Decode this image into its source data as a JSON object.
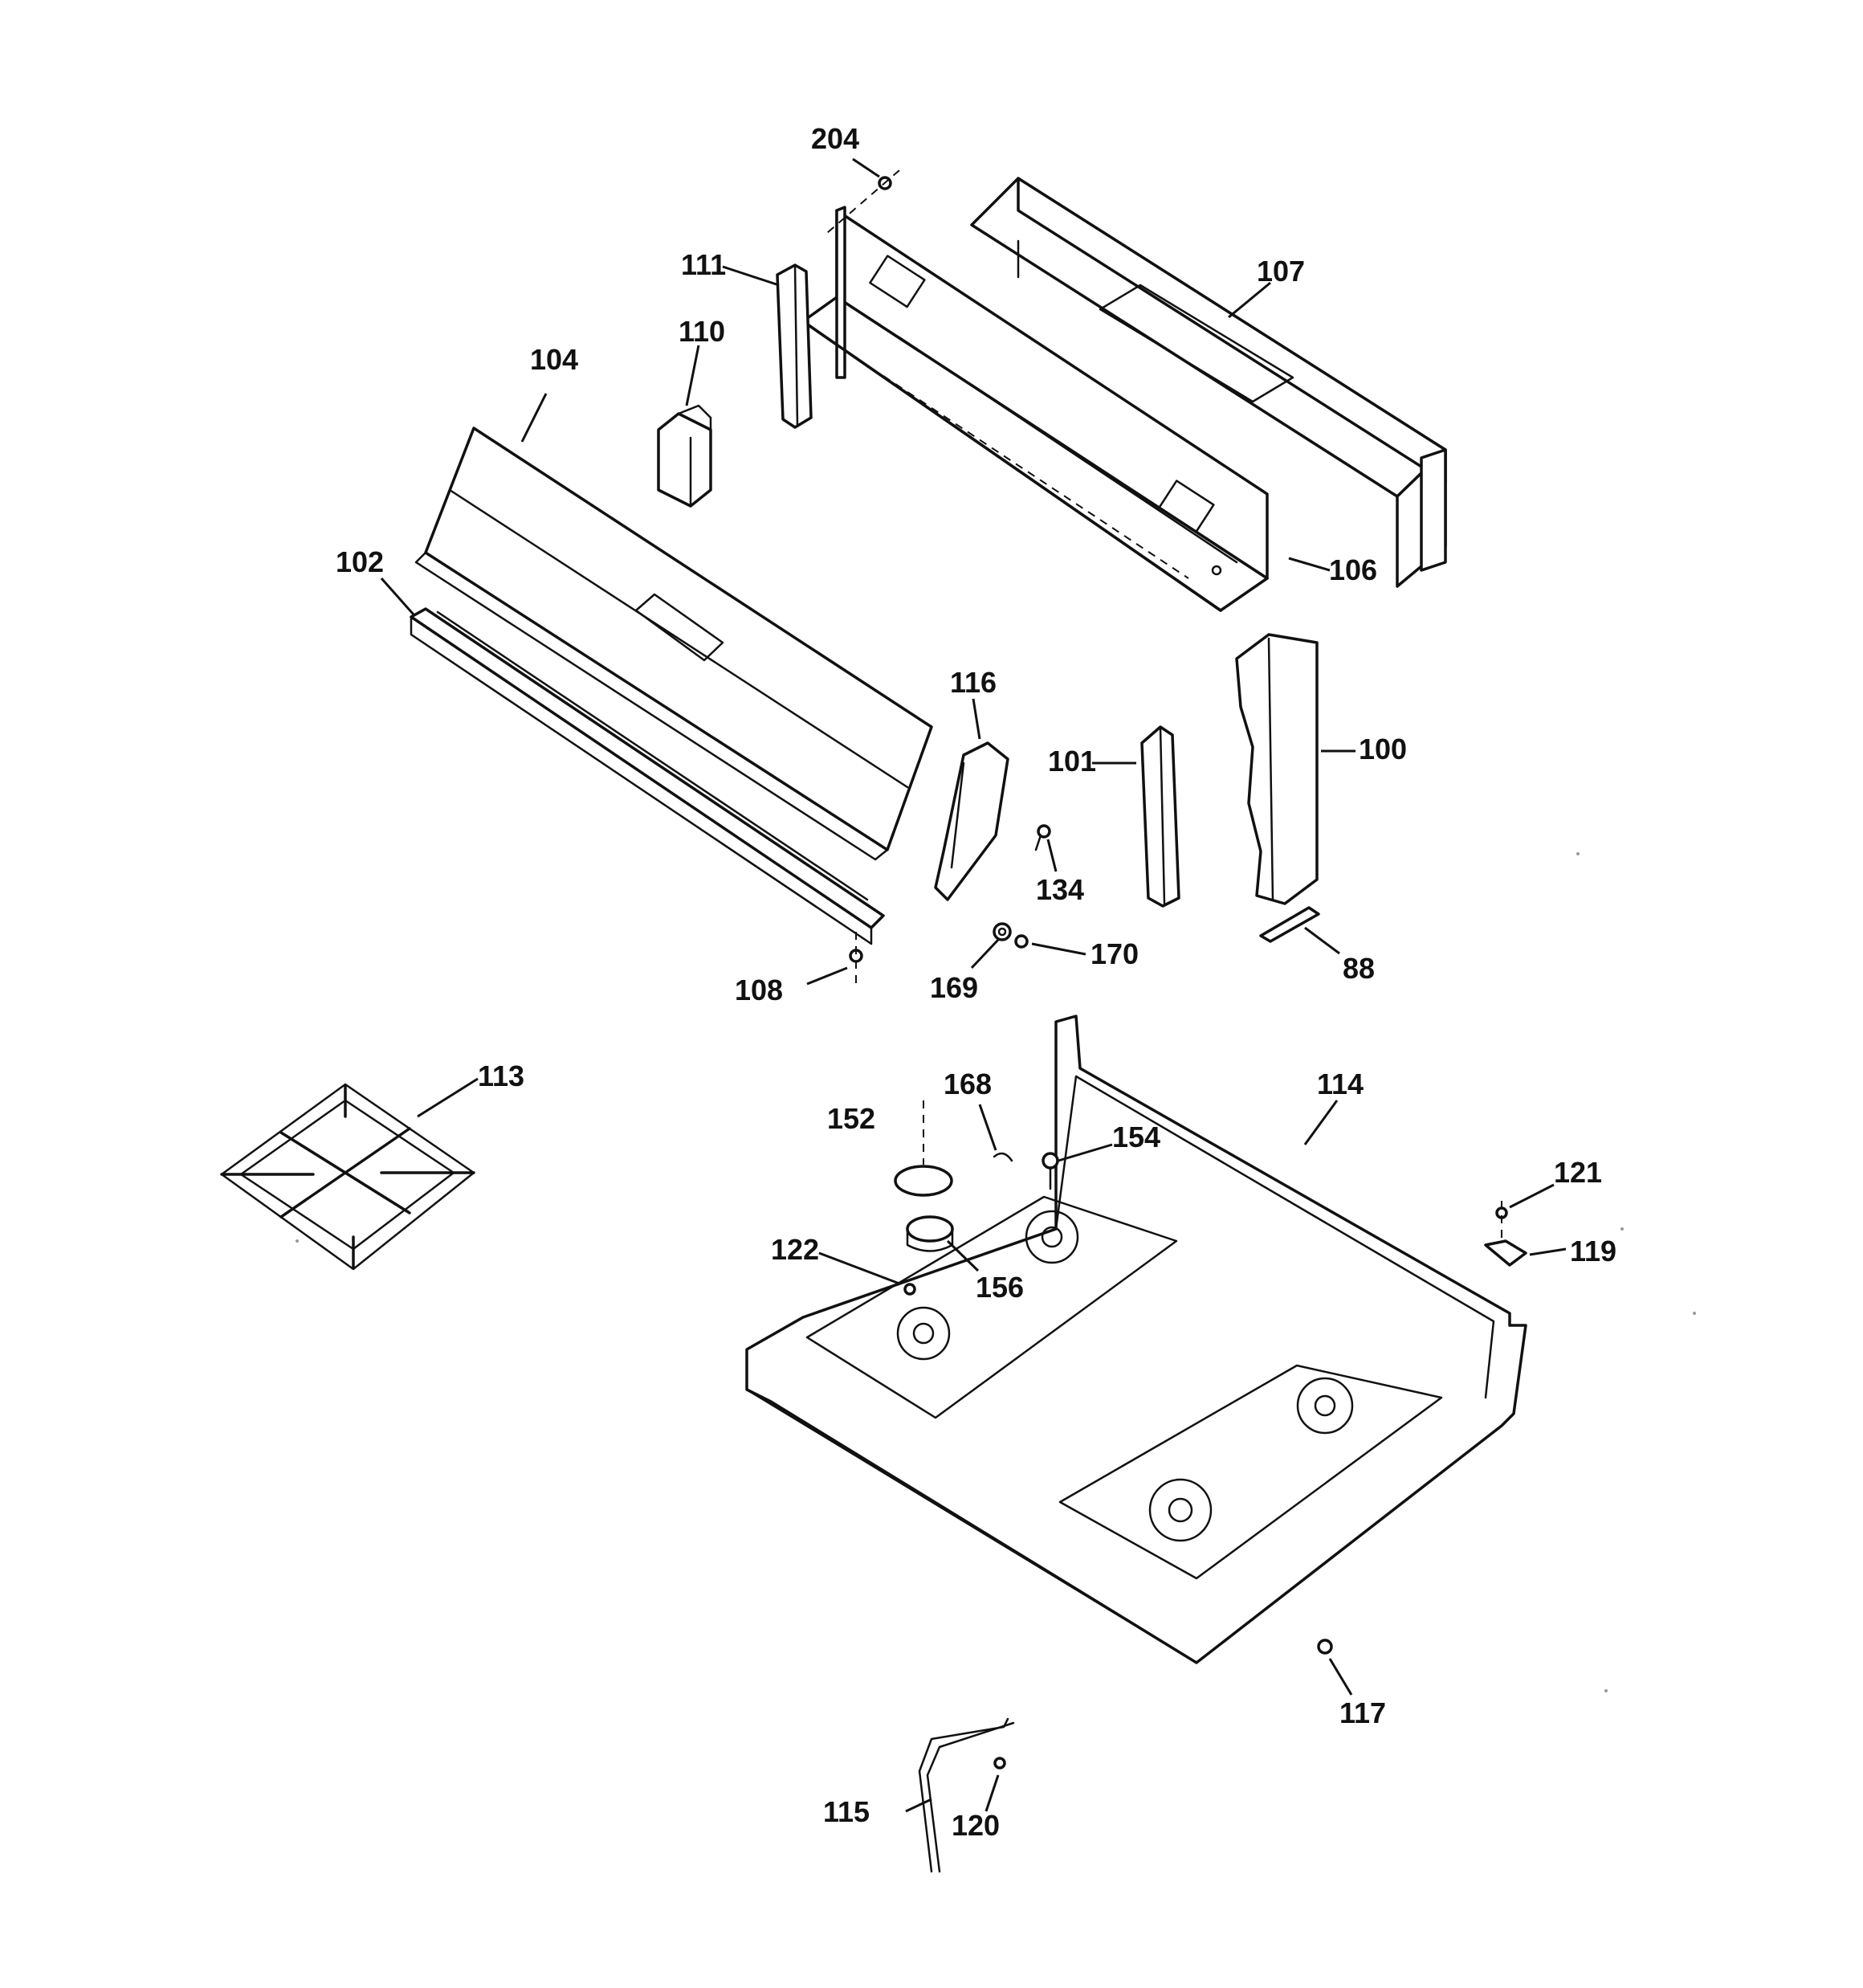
{
  "diagram": {
    "callouts": [
      {
        "id": "c204",
        "label": "204"
      },
      {
        "id": "c107",
        "label": "107"
      },
      {
        "id": "c111",
        "label": "111"
      },
      {
        "id": "c110",
        "label": "110"
      },
      {
        "id": "c104",
        "label": "104"
      },
      {
        "id": "c102",
        "label": "102"
      },
      {
        "id": "c106",
        "label": "106"
      },
      {
        "id": "c116",
        "label": "116"
      },
      {
        "id": "c101",
        "label": "101"
      },
      {
        "id": "c100",
        "label": "100"
      },
      {
        "id": "c134",
        "label": "134"
      },
      {
        "id": "c170",
        "label": "170"
      },
      {
        "id": "c169",
        "label": "169"
      },
      {
        "id": "c108",
        "label": "108"
      },
      {
        "id": "c88",
        "label": "88"
      },
      {
        "id": "c113",
        "label": "113"
      },
      {
        "id": "c168",
        "label": "168"
      },
      {
        "id": "c114",
        "label": "114"
      },
      {
        "id": "c152",
        "label": "152"
      },
      {
        "id": "c154",
        "label": "154"
      },
      {
        "id": "c121",
        "label": "121"
      },
      {
        "id": "c119",
        "label": "119"
      },
      {
        "id": "c122",
        "label": "122"
      },
      {
        "id": "c156",
        "label": "156"
      },
      {
        "id": "c117",
        "label": "117"
      },
      {
        "id": "c115",
        "label": "115"
      },
      {
        "id": "c120",
        "label": "120"
      }
    ]
  }
}
